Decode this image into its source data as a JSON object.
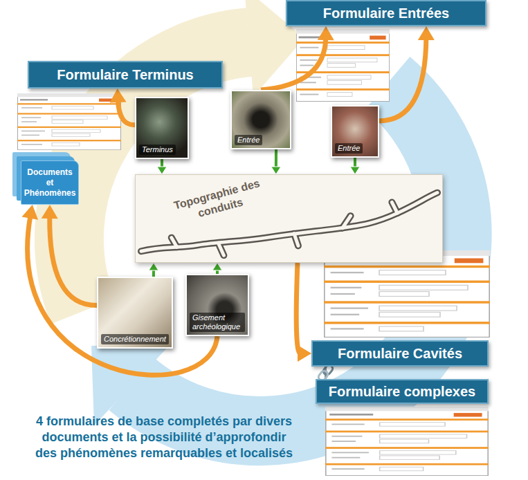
{
  "diagram": {
    "caption": "4 formulaires de base completés par divers documents et la possibilité d’approfondir des phénomènes remarquables et localisés",
    "nodes": [
      {
        "text": [
          "Formulaire Terminus"
        ]
      },
      {
        "text": [
          "Formulaire Entrées"
        ]
      },
      {
        "text": [
          "Terminus"
        ]
      },
      {
        "text": [
          "Entrée"
        ]
      },
      {
        "text": [
          "Entrée"
        ]
      },
      {
        "text": [
          "Documents et Phénomènes"
        ]
      },
      {
        "text": [
          "Topographie des conduits"
        ]
      },
      {
        "text": [
          "Concrétionnement"
        ]
      },
      {
        "text": [
          "Gisement archéologique"
        ]
      },
      {
        "text": [
          "Formulaire Cavités"
        ]
      },
      {
        "text": [
          "Formulaire complexes"
        ]
      }
    ],
    "edges": [
      {
        "from": 2,
        "to": 0,
        "arrow": "to"
      },
      {
        "from": 3,
        "to": 1,
        "arrow": "to"
      },
      {
        "from": 4,
        "to": 1,
        "arrow": "to"
      },
      {
        "from": 2,
        "to": 6,
        "arrow": "to"
      },
      {
        "from": 3,
        "to": 6,
        "arrow": "to"
      },
      {
        "from": 4,
        "to": 6,
        "arrow": "to"
      },
      {
        "from": 7,
        "to": 6,
        "arrow": "to"
      },
      {
        "from": 8,
        "to": 6,
        "arrow": "to"
      },
      {
        "from": 6,
        "to": 9,
        "arrow": "to"
      },
      {
        "from": 7,
        "to": 5,
        "arrow": "to"
      },
      {
        "from": 8,
        "to": 5,
        "arrow": "to"
      },
      {
        "from": 9,
        "to": 10,
        "arrow": "none"
      }
    ]
  }
}
